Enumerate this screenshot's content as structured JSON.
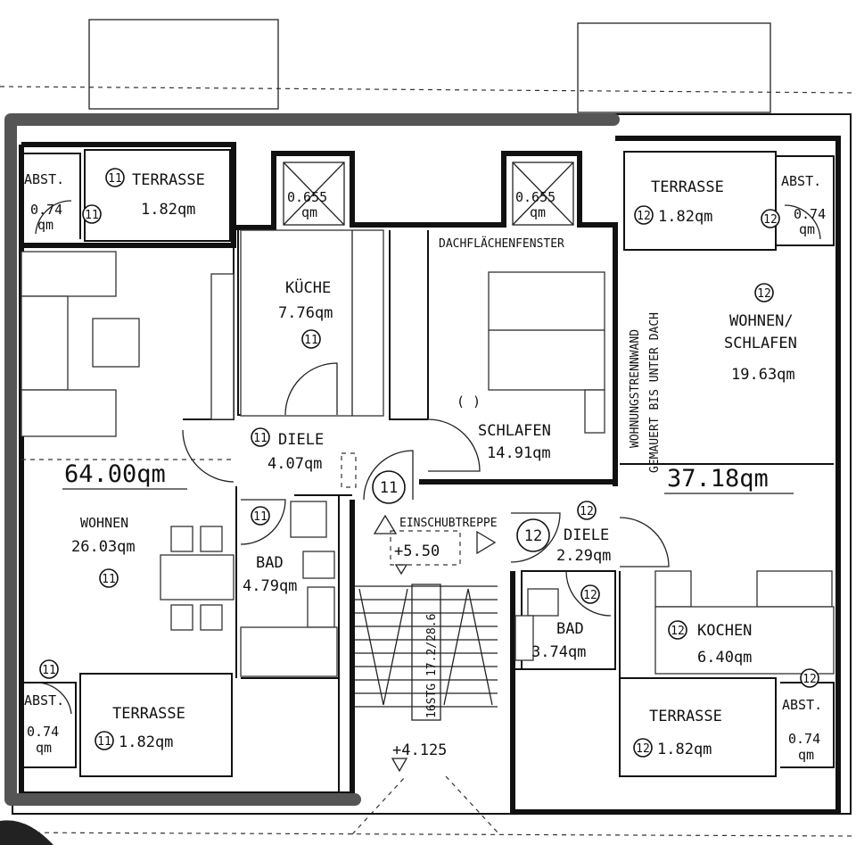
{
  "rooms": {
    "left_terrasse_top": {
      "num": "11",
      "name": "TERRASSE",
      "area": "1.82qm"
    },
    "left_abst_top": {
      "name": "ABST.",
      "area_a": "0.74",
      "area_b": "qm",
      "num": "11"
    },
    "skylight_left": {
      "area_a": "0.655",
      "area_b": "qm"
    },
    "skylight_right": {
      "area_a": "0.655",
      "area_b": "qm"
    },
    "dachflaechenfenster": "DACHFLÄCHENFENSTER",
    "kueche": {
      "name": "KÜCHE",
      "area": "7.76qm",
      "num": "11"
    },
    "schlafen": {
      "name": "SCHLAFEN",
      "area": "14.91qm",
      "mark": "( )"
    },
    "diele_left": {
      "num": "11",
      "name": "DIELE",
      "area": "4.07qm"
    },
    "wohnen_left": {
      "name": "WOHNEN",
      "area": "26.03qm",
      "num": "11"
    },
    "bad_left": {
      "num": "11",
      "name": "BAD",
      "area": "4.79qm"
    },
    "left_terrasse_bottom": {
      "num": "11",
      "name": "TERRASSE",
      "area": "1.82qm"
    },
    "left_abst_bottom": {
      "num": "11",
      "name": "ABST.",
      "area_a": "0.74",
      "area_b": "qm"
    },
    "right_terrasse_top": {
      "name": "TERRASSE",
      "num": "12",
      "area": "1.82qm"
    },
    "right_abst_top": {
      "name": "ABST.",
      "num": "12",
      "area_a": "0.74",
      "area_b": "qm"
    },
    "wohnen_schlafen": {
      "num": "12",
      "name_a": "WOHNEN/",
      "name_b": "SCHLAFEN",
      "area": "19.63qm"
    },
    "wand_note_a": "WOHNUNGSTRENNWAND",
    "wand_note_b": "GEMAUERT BIS UNTER DACH",
    "diele_right": {
      "num": "12",
      "name": "DIELE",
      "area": "2.29qm"
    },
    "bad_right": {
      "num": "12",
      "name": "BAD",
      "area": "3.74qm"
    },
    "kochen": {
      "num": "12",
      "name": "KOCHEN",
      "area": "6.40qm"
    },
    "right_terrasse_bottom": {
      "name": "TERRASSE",
      "num": "12",
      "area": "1.82qm"
    },
    "right_abst_bottom": {
      "num": "12",
      "name": "ABST.",
      "area_a": "0.74",
      "area_b": "qm"
    }
  },
  "totals": {
    "unit_11": "64.00qm",
    "unit_12": "37.18qm"
  },
  "stair": {
    "door_11": "11",
    "door_12": "12",
    "einschubtreppe": "EINSCHUBTREPPE",
    "level_upper": "+5.50",
    "level_lower": "+4.125",
    "steps": "16STG 17.2/28.6"
  },
  "colors": {
    "highlight": "#555555",
    "ink": "#111111"
  }
}
